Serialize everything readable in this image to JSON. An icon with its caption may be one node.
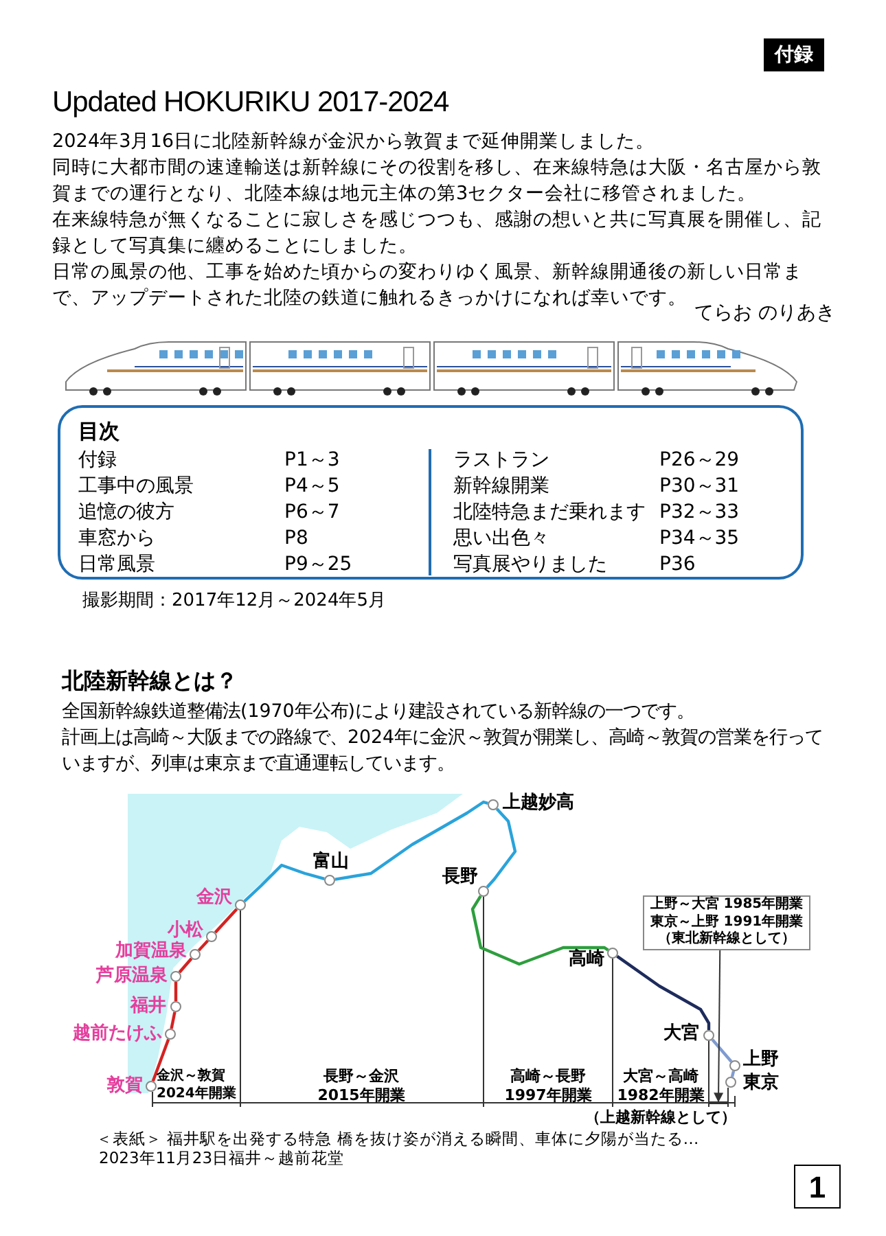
{
  "diagram": {
    "title": "Updated HOKURIKU 2017-2024",
    "nodes": [
      {
        "text": [
          "付録"
        ]
      },
      {
        "text": [
          "目次",
          "付録",
          "P1～3",
          "工事中の風景",
          "P4～5",
          "追憶の彼方",
          "P6～7",
          "車窓から",
          "P8",
          "日常風景",
          "P9～25",
          "ラストラン",
          "P26～29",
          "新幹線開業",
          "P30～31",
          "北陸特急まだ乗れます",
          "P32～33",
          "思い出色々",
          "P34～35",
          "写真展やりました",
          "P36"
        ]
      },
      {
        "text": [],
        "shape": "circle",
        "beside": [
          "敦賀"
        ]
      },
      {
        "text": [],
        "shape": "circle",
        "beside": [
          "越前たけふ"
        ]
      },
      {
        "text": [],
        "shape": "circle",
        "beside": [
          "福井"
        ]
      },
      {
        "text": [],
        "shape": "circle",
        "beside": [
          "芦原温泉"
        ]
      },
      {
        "text": [],
        "shape": "circle",
        "beside": [
          "加賀温泉"
        ]
      },
      {
        "text": [],
        "shape": "circle",
        "beside": [
          "小松"
        ]
      },
      {
        "text": [],
        "shape": "circle",
        "beside": [
          "金沢"
        ]
      },
      {
        "text": [],
        "shape": "circle",
        "beside": [
          "富山"
        ]
      },
      {
        "text": [],
        "shape": "circle",
        "beside": [
          "上越妙高"
        ]
      },
      {
        "text": [],
        "shape": "circle",
        "beside": [
          "長野"
        ]
      },
      {
        "text": [],
        "shape": "circle",
        "beside": [
          "高崎"
        ]
      },
      {
        "text": [],
        "shape": "circle",
        "beside": [
          "大宮"
        ]
      },
      {
        "text": [],
        "shape": "circle",
        "beside": [
          "上野"
        ]
      },
      {
        "text": [],
        "shape": "circle",
        "beside": [
          "東京"
        ]
      },
      {
        "text": [
          "上野～大宮 1985年開業",
          "東京～上野 1991年開業",
          "（東北新幹線として）"
        ]
      },
      {
        "text": [
          "1"
        ]
      },
      {
        "text": [],
        "shape": "bar"
      }
    ],
    "edges": [
      {
        "from": 2,
        "to": 3,
        "arrow": "none",
        "color": "#d42222"
      },
      {
        "from": 3,
        "to": 4,
        "arrow": "none",
        "color": "#d42222"
      },
      {
        "from": 4,
        "to": 5,
        "arrow": "none",
        "color": "#d42222"
      },
      {
        "from": 5,
        "to": 6,
        "arrow": "none",
        "color": "#d42222"
      },
      {
        "from": 6,
        "to": 7,
        "arrow": "none",
        "color": "#d42222"
      },
      {
        "from": 7,
        "to": 8,
        "arrow": "none",
        "color": "#d42222"
      },
      {
        "from": 8,
        "to": 9,
        "arrow": "none",
        "color": "#2aa3da"
      },
      {
        "from": 9,
        "to": 10,
        "arrow": "none",
        "color": "#2aa3da"
      },
      {
        "from": 10,
        "to": 11,
        "arrow": "none",
        "color": "#2aa3da"
      },
      {
        "from": 11,
        "to": 12,
        "arrow": "none",
        "color": "#2e9e3e"
      },
      {
        "from": 12,
        "to": 13,
        "arrow": "none",
        "color": "#1d2b5c"
      },
      {
        "from": 13,
        "to": 14,
        "arrow": "none",
        "color": "#7f9bd0"
      },
      {
        "from": 14,
        "to": 15,
        "arrow": "none",
        "color": "#7f9bd0"
      },
      {
        "from": 16,
        "to": 18,
        "arrow": "to",
        "color": "#333333"
      }
    ],
    "labels": [
      "2024年3月16日に北陸新幹線が金沢から敦賀まで延伸開業しました。",
      "同時に大都市間の速達輸送は新幹線にその役割を移し、在来線特急は大阪・名古屋から敦賀までの運行となり、北陸本線は地元主体の第3セクター会社に移管されました。",
      "在来線特急が無くなることに寂しさを感じつつも、感謝の想いと共に写真展を開催し、記録として写真集に纏めることにしました。",
      "日常の風景の他、工事を始めた頃からの変わりゆく風景、新幹線開通後の新しい日常まで、アップデートされた北陸の鉄道に触れるきっかけになれば幸いです。",
      "てらお のりあき",
      "撮影期間：2017年12月～2024年5月",
      "北陸新幹線とは？",
      "全国新幹線鉄道整備法(1970年公布)により建設されている新幹線の一つです。",
      "計画上は高崎～大阪までの路線で、2024年に金沢～敦賀が開業し、高崎～敦賀の営業を行っていますが、列車は東京まで直通運転しています。",
      "金沢～敦賀",
      "2024年開業",
      "長野～金沢",
      "2015年開業",
      "高崎～長野",
      "1997年開業",
      "大宮～高崎",
      "1982年開業",
      "（上越新幹線として）",
      "＜表紙＞ 福井駅を出発する特急 橋を抜け姿が消える瞬間、車体に夕陽が当たる…",
      "2023年11月23日福井～越前花堂"
    ]
  }
}
